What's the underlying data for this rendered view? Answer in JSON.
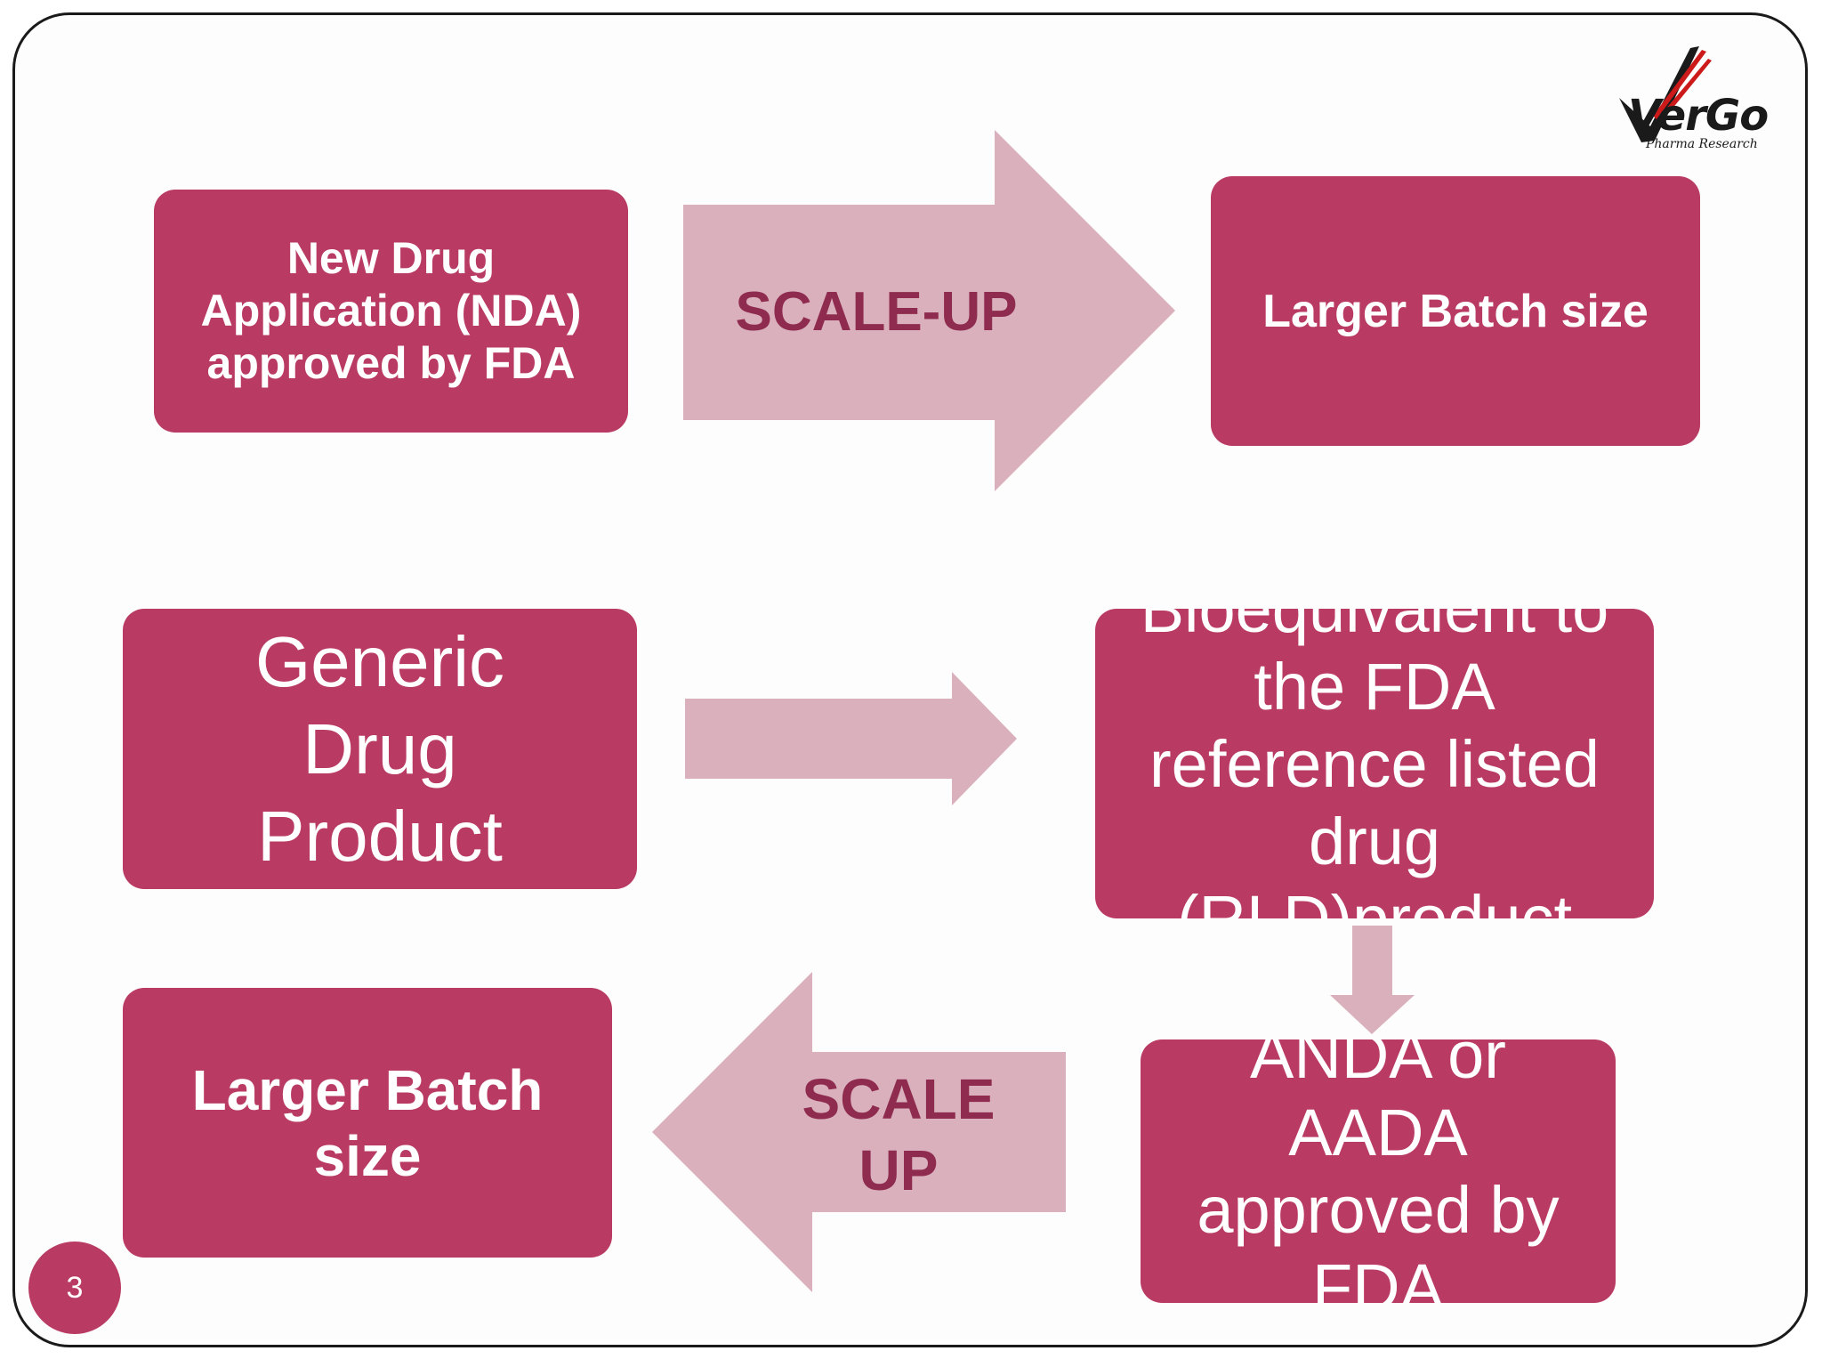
{
  "logo": {
    "word": "VerGo",
    "subtitle": "Pharma Research",
    "accent_color": "#cc1a1a"
  },
  "row1": {
    "left_box": [
      "New Drug",
      "Application (NDA)",
      "approved by FDA"
    ],
    "arrow_label": "SCALE-UP",
    "right_box": "Larger Batch size"
  },
  "row2": {
    "left_box": [
      "Generic",
      "Drug",
      "Product"
    ],
    "right_box": [
      "Bioequivalent to",
      "the FDA",
      "reference listed",
      "drug",
      "(RLD)product"
    ]
  },
  "row3": {
    "right_box": [
      "ANDA or",
      "AADA",
      "approved by",
      "FDA"
    ],
    "arrow_label": [
      "SCALE",
      "UP"
    ],
    "left_box": [
      "Larger Batch",
      "size"
    ]
  },
  "page_number": "3",
  "colors": {
    "box": "#b93b63",
    "arrow": "#d9b0bc",
    "arrow_text": "#8e2b4e"
  }
}
